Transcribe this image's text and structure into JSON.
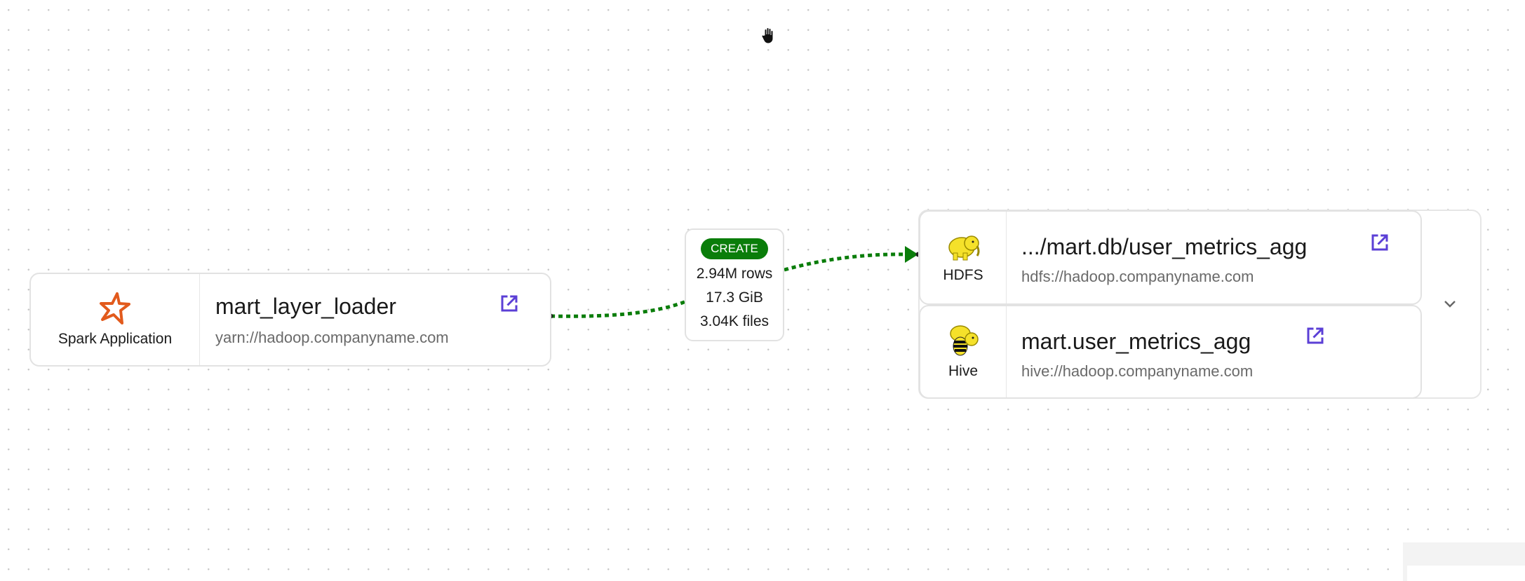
{
  "source": {
    "type_label": "Spark Application",
    "icon": "spark-star-icon",
    "name": "mart_layer_loader",
    "location": "yarn://hadoop.companyname.com"
  },
  "edge": {
    "action": "CREATE",
    "rows": "2.94M rows",
    "size": "17.3 GiB",
    "files": "3.04K files",
    "color": "#0a7d0a"
  },
  "targets": [
    {
      "type_label": "HDFS",
      "icon": "hdfs-elephant-icon",
      "name": ".../mart.db/user_metrics_agg",
      "location": "hdfs://hadoop.companyname.com"
    },
    {
      "type_label": "Hive",
      "icon": "hive-elephant-icon",
      "name": "mart.user_metrics_agg",
      "location": "hive://hadoop.companyname.com"
    }
  ],
  "colors": {
    "accent": "#5b3fd6",
    "spark": "#e25a1c",
    "hadoop_yellow": "#f5e12a"
  }
}
